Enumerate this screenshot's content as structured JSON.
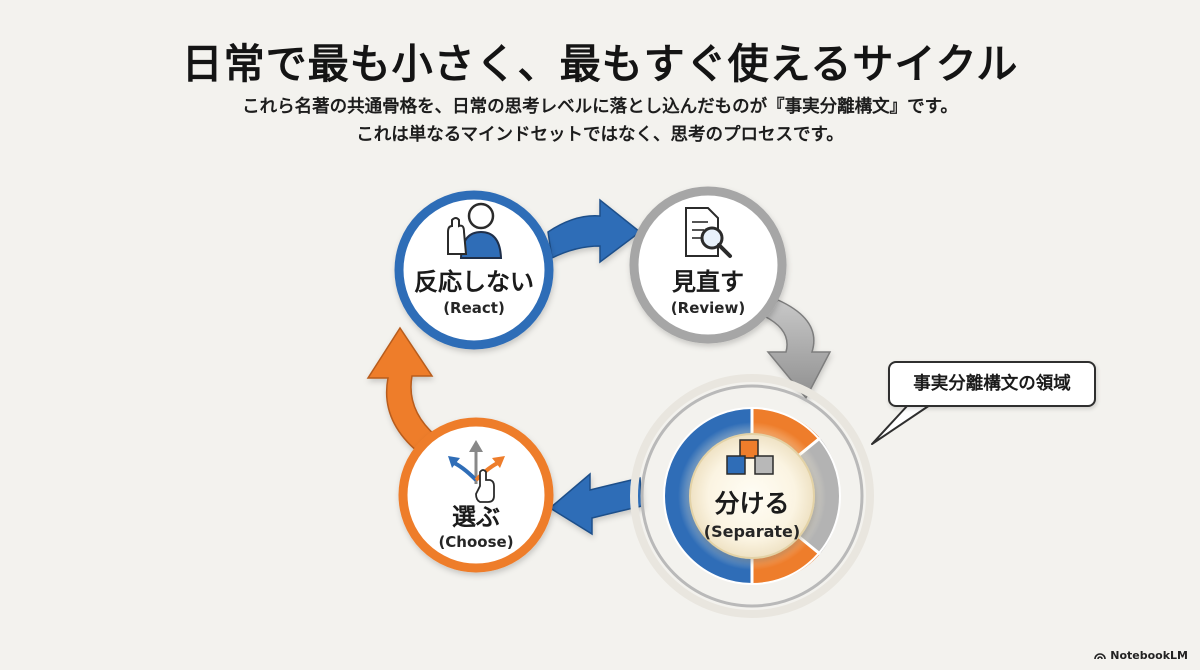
{
  "title": "日常で最も小さく、最もすぐ使えるサイクル",
  "subtitle_line1": "これら名著の共通骨格を、日常の思考レベルに落とし込んだものが『事実分離構文』です。",
  "subtitle_line2": "これは単なるマインドセットではなく、思考のプロセスです。",
  "nodes": {
    "react": {
      "label": "反応しない",
      "sub": "(React)",
      "icon": "raised-hand-person-icon",
      "color": "#2f6db7"
    },
    "review": {
      "label": "見直す",
      "sub": "(Review)",
      "icon": "document-magnifier-icon",
      "color": "#a6a6a6"
    },
    "separate": {
      "label": "分ける",
      "sub": "(Separate)",
      "icon": "cubes-icon",
      "color": "#ee7d2b"
    },
    "choose": {
      "label": "選ぶ",
      "sub": "(Choose)",
      "icon": "branching-arrows-hand-icon",
      "color": "#ee7d2b"
    }
  },
  "callout": "事実分離構文の領域",
  "brand": "NotebookLM"
}
